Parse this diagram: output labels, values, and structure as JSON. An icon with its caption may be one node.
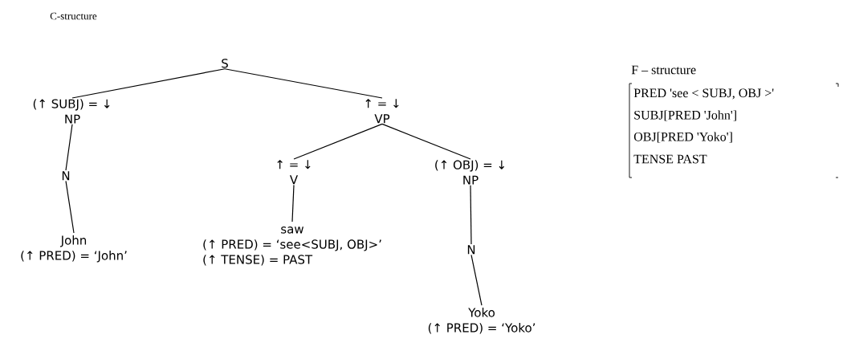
{
  "diagram": {
    "nodes": [
      {
        "text": [
          "S"
        ]
      },
      {
        "text": [
          "(↑ SUBJ) = ↓",
          "NP"
        ]
      },
      {
        "text": [
          "↑ = ↓",
          "VP"
        ]
      },
      {
        "text": [
          "N"
        ]
      },
      {
        "text": [
          "John",
          "(↑ PRED) = ‘John’"
        ]
      },
      {
        "text": [
          "↑ = ↓",
          "V"
        ]
      },
      {
        "text": [
          "(↑ OBJ) = ↓",
          "NP"
        ]
      },
      {
        "text": [
          "saw",
          "(↑ PRED) = ‘see<SUBJ, OBJ>’",
          "(↑ TENSE) = PAST"
        ]
      },
      {
        "text": [
          "N"
        ]
      },
      {
        "text": [
          "Yoko",
          "(↑ PRED) = ‘Yoko’"
        ]
      }
    ],
    "edges": [
      {
        "from": 0,
        "to": 1,
        "arrow": "none"
      },
      {
        "from": 0,
        "to": 2,
        "arrow": "none"
      },
      {
        "from": 1,
        "to": 3,
        "arrow": "none"
      },
      {
        "from": 3,
        "to": 4,
        "arrow": "none"
      },
      {
        "from": 2,
        "to": 5,
        "arrow": "none"
      },
      {
        "from": 2,
        "to": 6,
        "arrow": "none"
      },
      {
        "from": 5,
        "to": 7,
        "arrow": "none"
      },
      {
        "from": 6,
        "to": 8,
        "arrow": "none"
      },
      {
        "from": 8,
        "to": 9,
        "arrow": "none"
      }
    ],
    "labels": [
      "C-structure",
      "F – structure",
      "PRED 'see < SUBJ, OBJ >'",
      "SUBJ[PRED 'John']",
      "OBJ[PRED 'Yoko']",
      "TENSE PAST"
    ]
  }
}
